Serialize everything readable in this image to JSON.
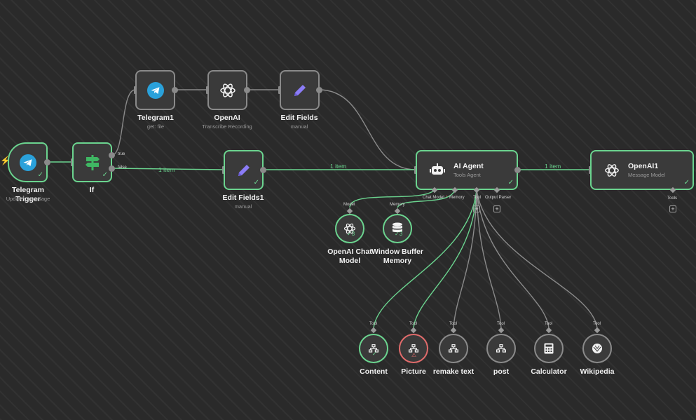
{
  "nodes": {
    "telegram_trigger": {
      "title": "Telegram Trigger",
      "sub": "Updates: message",
      "icon": "telegram-icon"
    },
    "if_node": {
      "title": "If",
      "out_true": "true",
      "out_false": "false",
      "icon": "signpost-icon"
    },
    "telegram1": {
      "title": "Telegram1",
      "sub": "get: file",
      "icon": "telegram-icon"
    },
    "openai": {
      "title": "OpenAI",
      "sub": "Transcribe Recording",
      "icon": "openai-icon"
    },
    "edit_fields": {
      "title": "Edit Fields",
      "sub": "manual",
      "icon": "pencil-icon"
    },
    "edit_fields1": {
      "title": "Edit Fields1",
      "sub": "manual",
      "icon": "pencil-icon"
    },
    "ai_agent": {
      "title": "AI Agent",
      "sub": "Tools Agent",
      "icon": "robot-icon",
      "ports": {
        "chat_model": "Chat Model",
        "required": "*",
        "memory": "Memory",
        "tool": "Tool",
        "output_parser": "Output Parser"
      }
    },
    "openai1": {
      "title": "OpenAI1",
      "sub": "Message Model",
      "icon": "openai-icon",
      "port_tools": "Tools"
    },
    "openai_chat_model": {
      "title_line1": "OpenAI Chat",
      "title_line2": "Model",
      "port_label": "Model",
      "count": "3",
      "icon": "openai-icon"
    },
    "window_buffer_memory": {
      "title_line1": "Window Buffer",
      "title_line2": "Memory",
      "port_label": "Memory",
      "count": "3",
      "icon": "database-icon"
    }
  },
  "tools": [
    {
      "name": "Content",
      "port_label": "Tool",
      "icon": "sitemap-icon",
      "status": "ok"
    },
    {
      "name": "Picture",
      "port_label": "Tool",
      "icon": "sitemap-icon",
      "status": "error"
    },
    {
      "name": "remake text",
      "port_label": "Tool",
      "icon": "sitemap-icon",
      "status": "none"
    },
    {
      "name": "post",
      "port_label": "Tool",
      "icon": "sitemap-icon",
      "status": "none"
    },
    {
      "name": "Calculator",
      "port_label": "Tool",
      "icon": "calculator-icon",
      "status": "none"
    },
    {
      "name": "Wikipedia",
      "port_label": "Tool",
      "icon": "wikipedia-icon",
      "status": "none"
    }
  ],
  "edges": {
    "if_to_edit1": "1 item",
    "edit1_to_agent": "1 item",
    "agent_to_openai1": "1 item"
  },
  "colors": {
    "success": "#6bd48f",
    "error": "#e06b6b",
    "node_bg": "#3a3a3a",
    "telegram": "#2aa1da",
    "pencil": "#8b7cf6",
    "if_green": "#3fb763"
  }
}
